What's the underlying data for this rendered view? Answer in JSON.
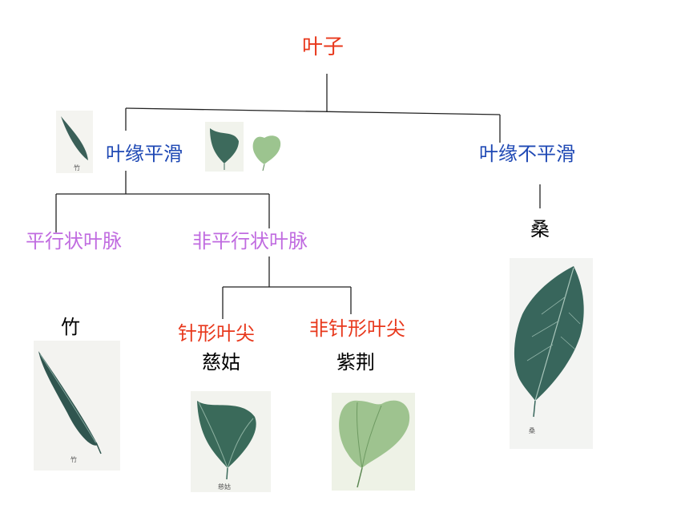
{
  "colors": {
    "root": "#e8381c",
    "level1": "#1e48b4",
    "level2": "#c06be0",
    "level3": "#e8381c",
    "species": "#000000",
    "line": "#222222",
    "leaf_dark": "#2f5e55",
    "leaf_mid": "#4f8a6e",
    "leaf_light": "#93bf8a"
  },
  "tree": {
    "root": "叶子",
    "smooth": "叶缘平滑",
    "not_smooth": "叶缘不平滑",
    "parallel": "平行状叶脉",
    "non_parallel": "非平行状叶脉",
    "needle_tip": "针形叶尖",
    "non_needle_tip": "非针形叶尖"
  },
  "species": {
    "bamboo": "竹",
    "arrowhead": "慈姑",
    "redbud": "紫荆",
    "mulberry": "桑"
  },
  "captions": {
    "bamboo": "竹",
    "arrowhead": "慈姑",
    "mulberry": "桑"
  }
}
